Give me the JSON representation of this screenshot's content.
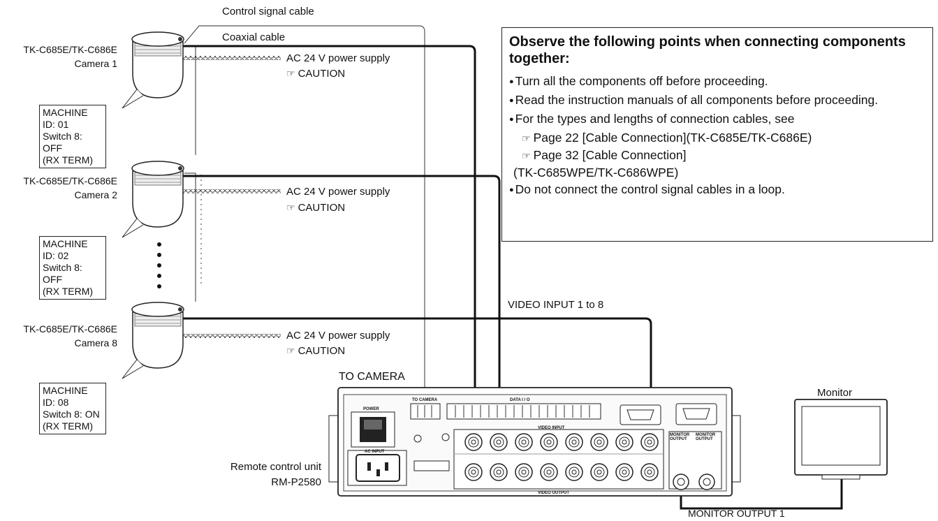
{
  "cables": {
    "control_signal": "Control signal cable",
    "coaxial": "Coaxial cable"
  },
  "cameras": [
    {
      "model": "TK-C685E/TK-C686E",
      "name": "Camera 1",
      "id": "MACHINE ID: 01",
      "switch": "Switch 8: OFF",
      "term": "(RX TERM)",
      "power": "AC 24 V power supply",
      "caution": "CAUTION"
    },
    {
      "model": "TK-C685E/TK-C686E",
      "name": "Camera 2",
      "id": "MACHINE ID: 02",
      "switch": "Switch 8: OFF",
      "term": "(RX TERM)",
      "power": "AC 24 V power supply",
      "caution": "CAUTION"
    },
    {
      "model": "TK-C685E/TK-C686E",
      "name": "Camera 8",
      "id": "MACHINE ID: 08",
      "switch": "Switch 8: ON",
      "term": "(RX TERM)",
      "power": "AC 24 V power supply",
      "caution": "CAUTION"
    }
  ],
  "notes": {
    "title": "Observe the following points when connecting components together:",
    "items": [
      "Turn all the components off before proceeding.",
      "Read the instruction manuals of all components before proceeding.",
      "For the types and lengths of connection cables, see",
      "Page  22 [Cable Connection](TK-C685E/TK-C686E)",
      "Page  32 [Cable Connection]",
      "(TK-C685WPE/TK-C686WPE)",
      "Do not connect the control signal cables in a loop."
    ]
  },
  "labels": {
    "video_input": "VIDEO INPUT 1 to 8",
    "to_camera": "TO CAMERA",
    "monitor": "Monitor",
    "monitor_output": "MONITOR OUTPUT 1",
    "remote_line1": "Remote control unit",
    "remote_line2": "RM-P2580"
  },
  "device_panel": {
    "power": "POWER",
    "ac_input": "AC   INPUT",
    "video_input": "VIDEO INPUT",
    "video_output": "VIDEO OUTPUT",
    "monitor_output_1": "MONITOR OUTPUT",
    "monitor_output_2": "MONITOR OUTPUT",
    "to_camera_small": "TO CAMERA",
    "data": "DATA I / O"
  }
}
